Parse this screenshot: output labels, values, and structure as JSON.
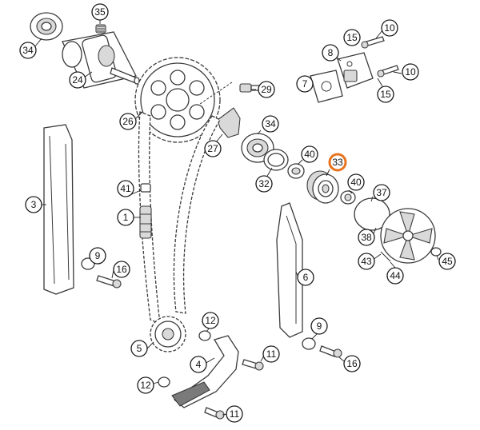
{
  "highlight_color": "#e8731c",
  "callouts": [
    {
      "id": "c35",
      "label": "35",
      "highlight": false
    },
    {
      "id": "c34a",
      "label": "34",
      "highlight": false
    },
    {
      "id": "c24",
      "label": "24",
      "highlight": false
    },
    {
      "id": "c26",
      "label": "26",
      "highlight": false
    },
    {
      "id": "c29",
      "label": "29",
      "highlight": false
    },
    {
      "id": "c27",
      "label": "27",
      "highlight": false
    },
    {
      "id": "c34b",
      "label": "34",
      "highlight": false
    },
    {
      "id": "c15a",
      "label": "15",
      "highlight": false
    },
    {
      "id": "c10a",
      "label": "10",
      "highlight": false
    },
    {
      "id": "c8",
      "label": "8",
      "highlight": false
    },
    {
      "id": "c7",
      "label": "7",
      "highlight": false
    },
    {
      "id": "c10b",
      "label": "10",
      "highlight": false
    },
    {
      "id": "c15b",
      "label": "15",
      "highlight": false
    },
    {
      "id": "c3",
      "label": "3",
      "highlight": false
    },
    {
      "id": "c41",
      "label": "41",
      "highlight": false
    },
    {
      "id": "c1",
      "label": "1",
      "highlight": false
    },
    {
      "id": "c40a",
      "label": "40",
      "highlight": false
    },
    {
      "id": "c33",
      "label": "33",
      "highlight": true
    },
    {
      "id": "c32",
      "label": "32",
      "highlight": false
    },
    {
      "id": "c40b",
      "label": "40",
      "highlight": false
    },
    {
      "id": "c37",
      "label": "37",
      "highlight": false
    },
    {
      "id": "c38",
      "label": "38",
      "highlight": false
    },
    {
      "id": "c43",
      "label": "43",
      "highlight": false
    },
    {
      "id": "c44",
      "label": "44",
      "highlight": false
    },
    {
      "id": "c45",
      "label": "45",
      "highlight": false
    },
    {
      "id": "c9a",
      "label": "9",
      "highlight": false
    },
    {
      "id": "c16a",
      "label": "16",
      "highlight": false
    },
    {
      "id": "c6",
      "label": "6",
      "highlight": false
    },
    {
      "id": "c12a",
      "label": "12",
      "highlight": false
    },
    {
      "id": "c5",
      "label": "5",
      "highlight": false
    },
    {
      "id": "c9b",
      "label": "9",
      "highlight": false
    },
    {
      "id": "c16b",
      "label": "16",
      "highlight": false
    },
    {
      "id": "c11a",
      "label": "11",
      "highlight": false
    },
    {
      "id": "c4",
      "label": "4",
      "highlight": false
    },
    {
      "id": "c12b",
      "label": "12",
      "highlight": false
    },
    {
      "id": "c11b",
      "label": "11",
      "highlight": false
    }
  ]
}
